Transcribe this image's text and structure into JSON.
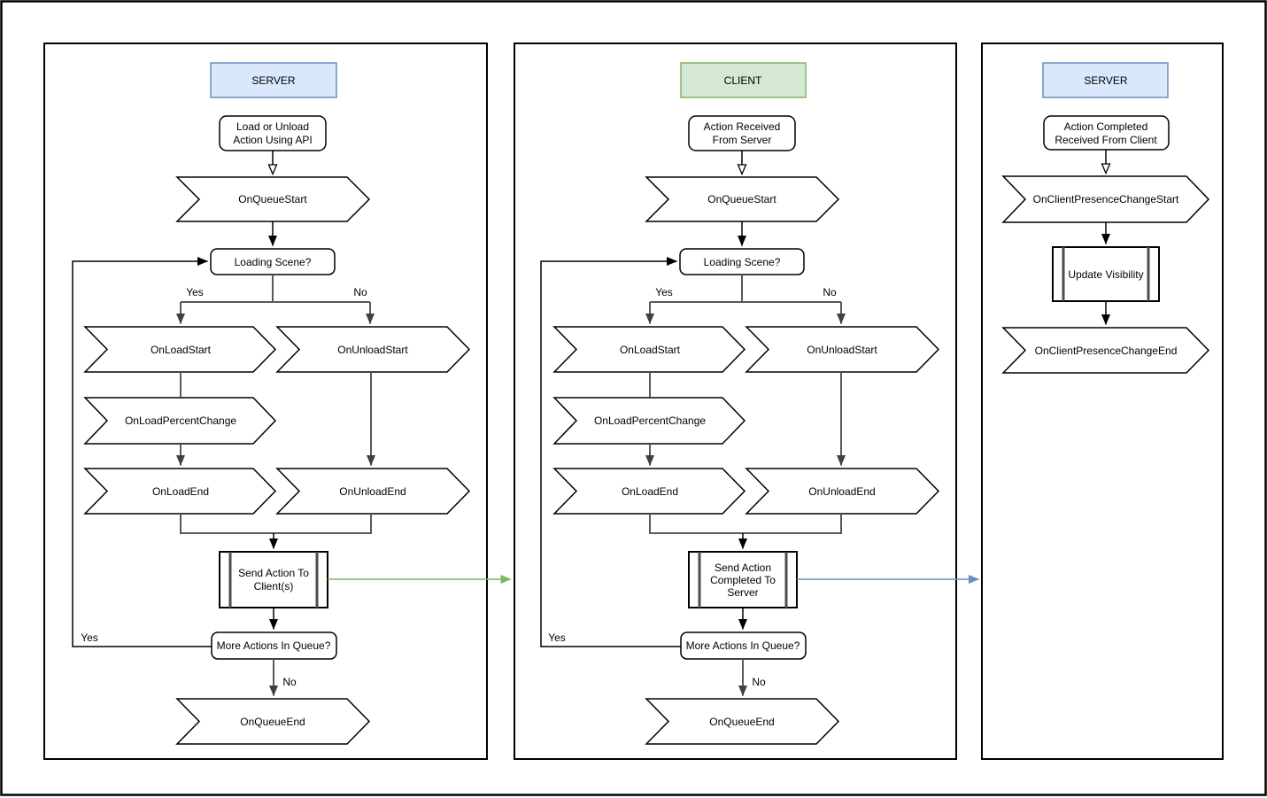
{
  "colors": {
    "connector_gray": "#595959",
    "shape_stroke": "#000000",
    "shape_fill": "#ffffff"
  },
  "panels": [
    {
      "header": "SERVER",
      "header_fill": "#dae8fc",
      "header_stroke": "#6c8ebf",
      "start_lines": [
        "Load or Unload",
        "Action Using API"
      ],
      "on_queue_start": "OnQueueStart",
      "loading_scene": "Loading Scene?",
      "branch_yes": "Yes",
      "branch_no": "No",
      "on_load_start": "OnLoadStart",
      "on_unload_start": "OnUnloadStart",
      "on_load_percent_change": "OnLoadPercentChange",
      "on_load_end": "OnLoadEnd",
      "on_unload_end": "OnUnloadEnd",
      "send_lines": [
        "Send Action To",
        "Client(s)"
      ],
      "more_actions": "More Actions In Queue?",
      "loop_yes": "Yes",
      "end_no": "No",
      "on_queue_end": "OnQueueEnd",
      "out_arrow_color": "#82b366"
    },
    {
      "header": "CLIENT",
      "header_fill": "#d5e8d4",
      "header_stroke": "#82b366",
      "start_lines": [
        "Action Received",
        "From Server"
      ],
      "on_queue_start": "OnQueueStart",
      "loading_scene": "Loading Scene?",
      "branch_yes": "Yes",
      "branch_no": "No",
      "on_load_start": "OnLoadStart",
      "on_unload_start": "OnUnloadStart",
      "on_load_percent_change": "OnLoadPercentChange",
      "on_load_end": "OnLoadEnd",
      "on_unload_end": "OnUnloadEnd",
      "send_lines": [
        "Send Action",
        "Completed To",
        "Server"
      ],
      "more_actions": "More Actions In Queue?",
      "loop_yes": "Yes",
      "end_no": "No",
      "on_queue_end": "OnQueueEnd",
      "out_arrow_color": "#6c8ebf"
    },
    {
      "header": "SERVER",
      "header_fill": "#dae8fc",
      "header_stroke": "#6c8ebf",
      "start_lines": [
        "Action Completed",
        "Received From Client"
      ],
      "on_client_presence_change_start": "OnClientPresenceChangeStart",
      "update_visibility": "Update Visibility",
      "on_client_presence_change_end": "OnClientPresenceChangeEnd"
    }
  ]
}
